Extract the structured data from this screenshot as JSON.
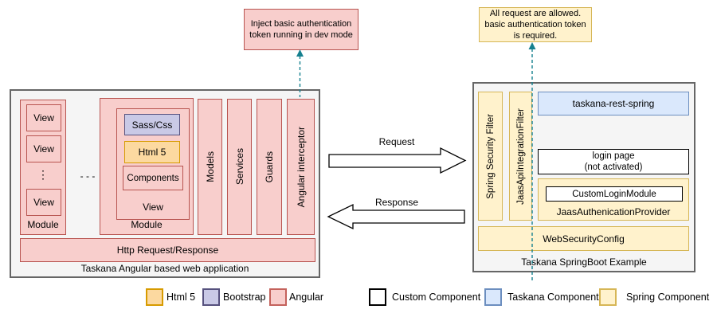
{
  "notes": {
    "dev_mode": "Inject basic authentication token running in dev mode",
    "auth": "All request are allowed. basic authentication token is required."
  },
  "flow": {
    "request": "Request",
    "response": "Response"
  },
  "left_panel": {
    "title": "Taskana Angular based web application",
    "module1": {
      "label": "Module",
      "views": [
        "View",
        "View",
        "View"
      ],
      "ellipsis": "⋮"
    },
    "between_modules": "- - -",
    "module2": {
      "label": "Module",
      "view": {
        "label": "View",
        "sass": "Sass/Css",
        "html5": "Html 5",
        "components": "Components"
      }
    },
    "bars": [
      "Models",
      "Services",
      "Guards",
      "Angular interceptor"
    ],
    "http": "Http Request/Response"
  },
  "right_panel": {
    "title": "Taskana SpringBoot Example",
    "filters": [
      "Spring Security Filter",
      "JaasApiIntegrationFilter"
    ],
    "rest": "taskana-rest-spring",
    "login_line1": "login page",
    "login_line2": "(not activated)",
    "custom_login": "CustomLoginModule",
    "provider": "JaasAuthenicationProvider",
    "web_security": "WebSecurityConfig"
  },
  "legend": {
    "items": [
      {
        "label": "Html 5",
        "fill": "#fcd9a0",
        "stroke": "#d79b00"
      },
      {
        "label": "Bootstrap",
        "fill": "#c9c9e6",
        "stroke": "#56517e"
      },
      {
        "label": "Angular",
        "fill": "#f8cecc",
        "stroke": "#b85450"
      },
      {
        "label": "Custom Component",
        "fill": "#ffffff",
        "stroke": "#000000"
      },
      {
        "label": "Taskana Component",
        "fill": "#dae8fc",
        "stroke": "#6c8ebf"
      },
      {
        "label": "Spring Component",
        "fill": "#fff2cc",
        "stroke": "#d6b656"
      }
    ]
  },
  "colors": {
    "panel_fill": "#f5f5f5",
    "panel_stroke": "#666666",
    "dashed_arrow": "#15808f",
    "flow_arrow_fill": "#ffffff",
    "flow_arrow_stroke": "#000000"
  }
}
